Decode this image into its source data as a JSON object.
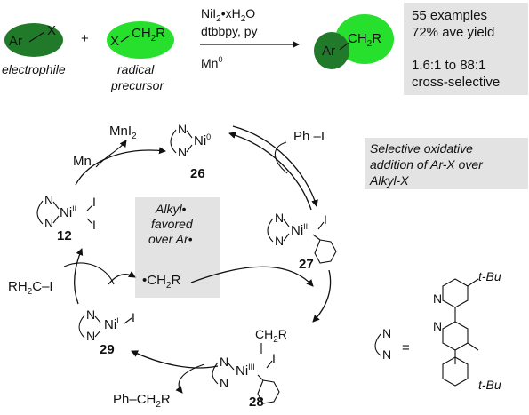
{
  "scheme": {
    "electrophile": {
      "ar": "Ar",
      "x": "X",
      "caption": "electrophile"
    },
    "plus": "+",
    "radical": {
      "x": "X",
      "ch": "CH",
      "sub": "2",
      "r": "R",
      "caption1": "radical",
      "caption2": "precursor"
    },
    "conditions": {
      "line1_a": "NiI",
      "line1_sub": "2",
      "line1_b": "•xH",
      "line1_sub2": "2",
      "line1_c": "O",
      "line2": "dtbbpy, py",
      "line3_a": "Mn",
      "line3_sup": "0"
    },
    "product": {
      "ar": "Ar",
      "ch": "CH",
      "sub": "2",
      "r": "R"
    },
    "summary": [
      "55 examples",
      "72% ave yield",
      "1.6:1 to 88:1",
      "cross-selective"
    ]
  },
  "cycle": {
    "mnI2": {
      "a": "MnI",
      "sub": "2"
    },
    "mn": "Mn",
    "phI": "Ph –I",
    "rh2ci": {
      "a": "RH",
      "sub": "2",
      "b": "C–I"
    },
    "product": {
      "a": "Ph–CH",
      "sub": "2",
      "b": "R"
    },
    "radical": {
      "a": "•CH",
      "sub": "2",
      "b": "R"
    },
    "alkyl_box": [
      "Alkyl•",
      "favored",
      "over Ar•"
    ],
    "selective_box": [
      "Selective oxidative",
      "addition of Ar-X over",
      "Alkyl-X"
    ],
    "complex26": {
      "ni": "Ni",
      "ox": "0",
      "num": "26"
    },
    "complex27": {
      "ni": "Ni",
      "ox": "II",
      "i": "I",
      "num": "27"
    },
    "complex28": {
      "ni": "Ni",
      "ox": "III",
      "i": "I",
      "ch": "CH",
      "sub": "2",
      "r": "R",
      "num": "28"
    },
    "complex29": {
      "ni": "Ni",
      "ox": "I",
      "i": "I",
      "num": "29"
    },
    "complex12": {
      "ni": "Ni",
      "ox": "II",
      "i1": "I",
      "i2": "I",
      "num": "12"
    },
    "ligand": {
      "n": "N",
      "eq": "=",
      "tbu": "t-Bu"
    }
  },
  "colors": {
    "dark_green": "#207a2a",
    "light_green": "#27e02d",
    "box_gray": "#e3e3e3"
  }
}
